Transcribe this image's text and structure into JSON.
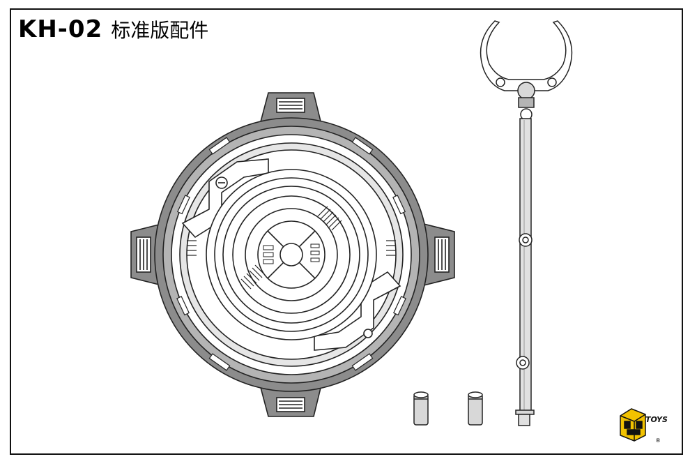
{
  "header": {
    "code": "KH-02",
    "subtitle": "标准版配件"
  },
  "logo": {
    "brand": "TOYS",
    "registered": "®"
  },
  "colors": {
    "line": "#222222",
    "dark_gray": "#8c8c8c",
    "mid_gray": "#b4b4b4",
    "light_gray": "#e6e6e6",
    "logo_yellow": "#f2c200"
  }
}
